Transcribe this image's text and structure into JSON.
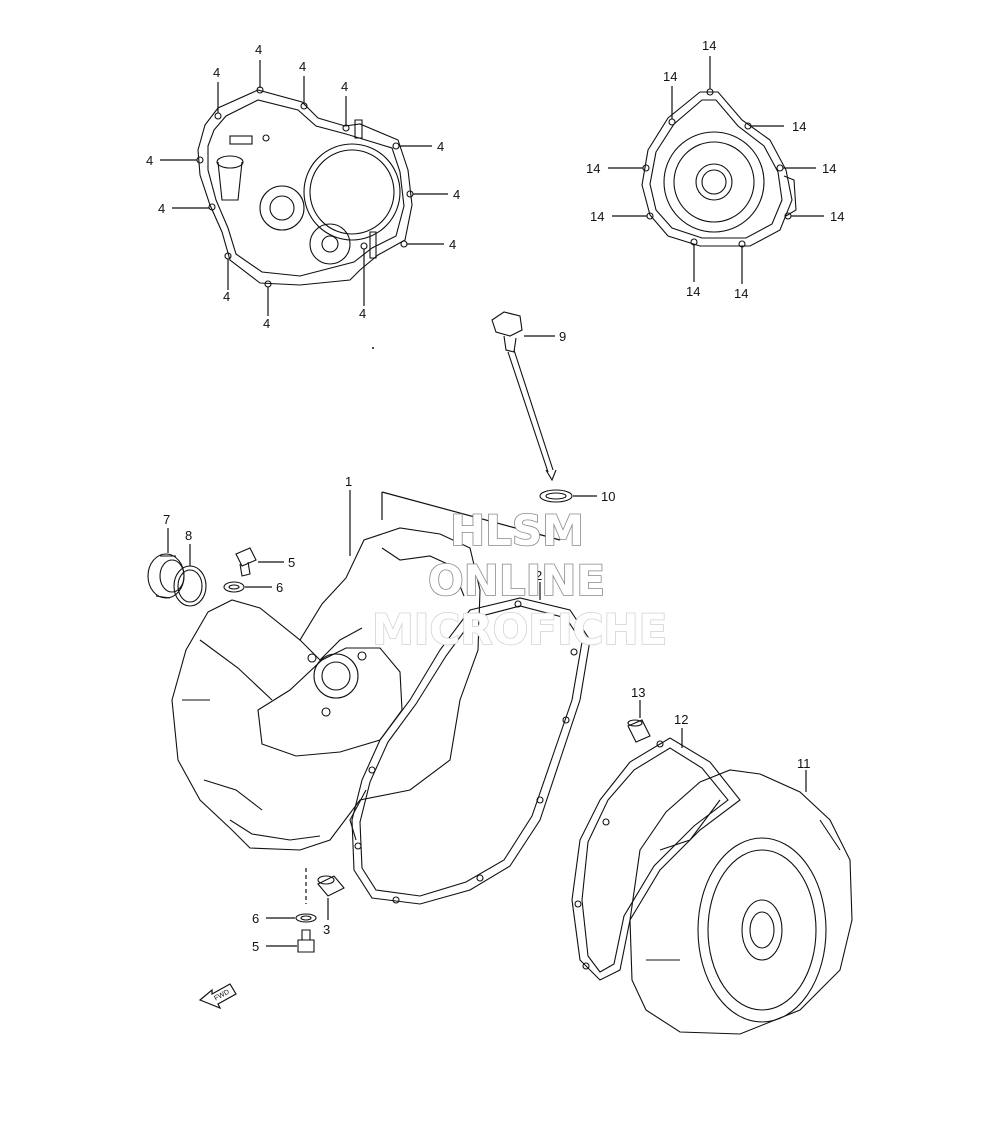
{
  "callouts": {
    "c1": "1",
    "c2": "2",
    "c3": "3",
    "c4": "4",
    "c5": "5",
    "c6": "6",
    "c7": "7",
    "c8": "8",
    "c9": "9",
    "c10": "10",
    "c11": "11",
    "c12": "12",
    "c13": "13",
    "c14": "14"
  },
  "watermark": {
    "line1": "HLSM",
    "line2": "ONLINE",
    "line3": "MICROFICHE"
  },
  "front_arrow": "FWD"
}
